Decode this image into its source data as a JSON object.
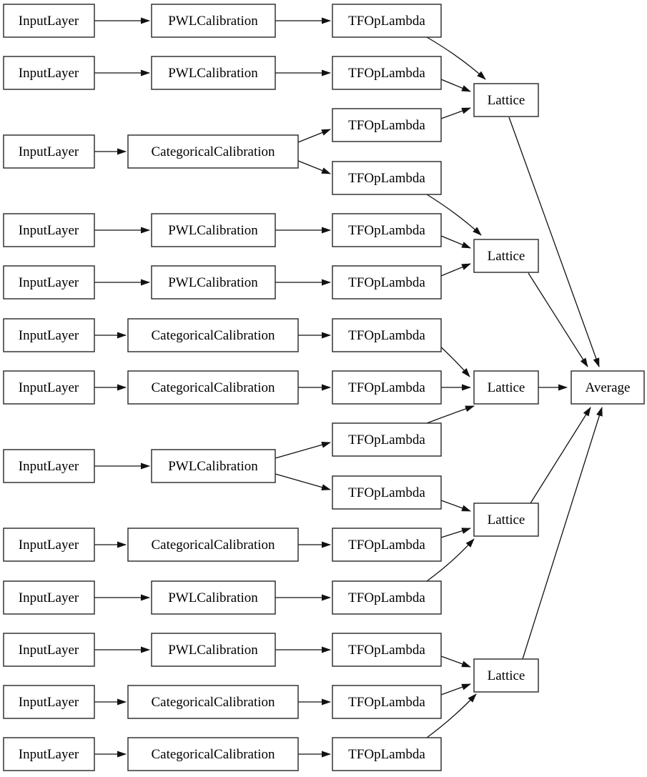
{
  "diagram": {
    "type": "model-architecture-graph",
    "background_color": "#ffffff",
    "node_fill": "#ffffff",
    "node_border_color": "#333333",
    "edge_color": "#111111",
    "nodes": [
      {
        "id": "input_0",
        "label": "InputLayer"
      },
      {
        "id": "input_1",
        "label": "InputLayer"
      },
      {
        "id": "input_2",
        "label": "InputLayer"
      },
      {
        "id": "input_3",
        "label": "InputLayer"
      },
      {
        "id": "input_4",
        "label": "InputLayer"
      },
      {
        "id": "input_5",
        "label": "InputLayer"
      },
      {
        "id": "input_6",
        "label": "InputLayer"
      },
      {
        "id": "input_7",
        "label": "InputLayer"
      },
      {
        "id": "input_8",
        "label": "InputLayer"
      },
      {
        "id": "input_9",
        "label": "InputLayer"
      },
      {
        "id": "input_10",
        "label": "InputLayer"
      },
      {
        "id": "input_11",
        "label": "InputLayer"
      },
      {
        "id": "input_12",
        "label": "InputLayer"
      },
      {
        "id": "cal_0",
        "label": "PWLCalibration"
      },
      {
        "id": "cal_1",
        "label": "PWLCalibration"
      },
      {
        "id": "cal_2",
        "label": "CategoricalCalibration"
      },
      {
        "id": "cal_3",
        "label": "PWLCalibration"
      },
      {
        "id": "cal_4",
        "label": "PWLCalibration"
      },
      {
        "id": "cal_5",
        "label": "CategoricalCalibration"
      },
      {
        "id": "cal_6",
        "label": "CategoricalCalibration"
      },
      {
        "id": "cal_7",
        "label": "PWLCalibration"
      },
      {
        "id": "cal_8",
        "label": "CategoricalCalibration"
      },
      {
        "id": "cal_9",
        "label": "PWLCalibration"
      },
      {
        "id": "cal_10",
        "label": "PWLCalibration"
      },
      {
        "id": "cal_11",
        "label": "CategoricalCalibration"
      },
      {
        "id": "cal_12",
        "label": "CategoricalCalibration"
      },
      {
        "id": "tfop_0",
        "label": "TFOpLambda"
      },
      {
        "id": "tfop_1",
        "label": "TFOpLambda"
      },
      {
        "id": "tfop_2",
        "label": "TFOpLambda"
      },
      {
        "id": "tfop_3",
        "label": "TFOpLambda"
      },
      {
        "id": "tfop_4",
        "label": "TFOpLambda"
      },
      {
        "id": "tfop_5",
        "label": "TFOpLambda"
      },
      {
        "id": "tfop_6",
        "label": "TFOpLambda"
      },
      {
        "id": "tfop_7",
        "label": "TFOpLambda"
      },
      {
        "id": "tfop_8",
        "label": "TFOpLambda"
      },
      {
        "id": "tfop_9",
        "label": "TFOpLambda"
      },
      {
        "id": "tfop_10",
        "label": "TFOpLambda"
      },
      {
        "id": "tfop_11",
        "label": "TFOpLambda"
      },
      {
        "id": "tfop_12",
        "label": "TFOpLambda"
      },
      {
        "id": "tfop_13",
        "label": "TFOpLambda"
      },
      {
        "id": "tfop_14",
        "label": "TFOpLambda"
      },
      {
        "id": "lattice_0",
        "label": "Lattice"
      },
      {
        "id": "lattice_1",
        "label": "Lattice"
      },
      {
        "id": "lattice_2",
        "label": "Lattice"
      },
      {
        "id": "lattice_3",
        "label": "Lattice"
      },
      {
        "id": "lattice_4",
        "label": "Lattice"
      },
      {
        "id": "average",
        "label": "Average"
      }
    ],
    "edges": [
      {
        "from": "input_0",
        "to": "cal_0"
      },
      {
        "from": "input_1",
        "to": "cal_1"
      },
      {
        "from": "input_2",
        "to": "cal_2"
      },
      {
        "from": "input_3",
        "to": "cal_3"
      },
      {
        "from": "input_4",
        "to": "cal_4"
      },
      {
        "from": "input_5",
        "to": "cal_5"
      },
      {
        "from": "input_6",
        "to": "cal_6"
      },
      {
        "from": "input_7",
        "to": "cal_7"
      },
      {
        "from": "input_8",
        "to": "cal_8"
      },
      {
        "from": "input_9",
        "to": "cal_9"
      },
      {
        "from": "input_10",
        "to": "cal_10"
      },
      {
        "from": "input_11",
        "to": "cal_11"
      },
      {
        "from": "input_12",
        "to": "cal_12"
      },
      {
        "from": "cal_0",
        "to": "tfop_0"
      },
      {
        "from": "cal_1",
        "to": "tfop_1"
      },
      {
        "from": "cal_2",
        "to": "tfop_2"
      },
      {
        "from": "cal_2",
        "to": "tfop_3"
      },
      {
        "from": "cal_3",
        "to": "tfop_4"
      },
      {
        "from": "cal_4",
        "to": "tfop_5"
      },
      {
        "from": "cal_5",
        "to": "tfop_6"
      },
      {
        "from": "cal_6",
        "to": "tfop_7"
      },
      {
        "from": "cal_7",
        "to": "tfop_8"
      },
      {
        "from": "cal_7",
        "to": "tfop_9"
      },
      {
        "from": "cal_8",
        "to": "tfop_10"
      },
      {
        "from": "cal_9",
        "to": "tfop_11"
      },
      {
        "from": "cal_10",
        "to": "tfop_12"
      },
      {
        "from": "cal_11",
        "to": "tfop_13"
      },
      {
        "from": "cal_12",
        "to": "tfop_14"
      },
      {
        "from": "tfop_0",
        "to": "lattice_0"
      },
      {
        "from": "tfop_1",
        "to": "lattice_0"
      },
      {
        "from": "tfop_2",
        "to": "lattice_0"
      },
      {
        "from": "tfop_3",
        "to": "lattice_1"
      },
      {
        "from": "tfop_4",
        "to": "lattice_1"
      },
      {
        "from": "tfop_5",
        "to": "lattice_1"
      },
      {
        "from": "tfop_6",
        "to": "lattice_2"
      },
      {
        "from": "tfop_7",
        "to": "lattice_2"
      },
      {
        "from": "tfop_8",
        "to": "lattice_2"
      },
      {
        "from": "tfop_9",
        "to": "lattice_3"
      },
      {
        "from": "tfop_10",
        "to": "lattice_3"
      },
      {
        "from": "tfop_11",
        "to": "lattice_3"
      },
      {
        "from": "tfop_12",
        "to": "lattice_4"
      },
      {
        "from": "tfop_13",
        "to": "lattice_4"
      },
      {
        "from": "tfop_14",
        "to": "lattice_4"
      },
      {
        "from": "lattice_0",
        "to": "average"
      },
      {
        "from": "lattice_1",
        "to": "average"
      },
      {
        "from": "lattice_2",
        "to": "average"
      },
      {
        "from": "lattice_3",
        "to": "average"
      },
      {
        "from": "lattice_4",
        "to": "average"
      }
    ]
  }
}
